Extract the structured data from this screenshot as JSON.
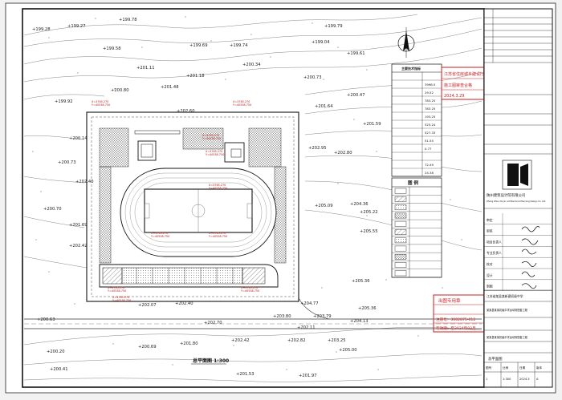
{
  "elevations": [
    {
      "id": "e1",
      "text": "+199.28"
    },
    {
      "id": "e2",
      "text": "+199.27"
    },
    {
      "id": "e3",
      "text": "+199.78"
    },
    {
      "id": "e4",
      "text": "+199.58"
    },
    {
      "id": "e5",
      "text": "+199.69"
    },
    {
      "id": "e6",
      "text": "+199.74"
    },
    {
      "id": "e7",
      "text": "+199.79"
    },
    {
      "id": "e8",
      "text": "+199.04"
    },
    {
      "id": "e9",
      "text": "+199.61"
    },
    {
      "id": "e10",
      "text": "+200.34"
    },
    {
      "id": "e11",
      "text": "+201.11"
    },
    {
      "id": "e12",
      "text": "+201.18"
    },
    {
      "id": "e13",
      "text": "+200.73"
    },
    {
      "id": "e14",
      "text": "+200.80"
    },
    {
      "id": "e15",
      "text": "+201.48"
    },
    {
      "id": "e16",
      "text": "+200.47"
    },
    {
      "id": "e17",
      "text": "+199.92"
    },
    {
      "id": "e18",
      "text": "+202.60"
    },
    {
      "id": "e19",
      "text": "+201.64"
    },
    {
      "id": "e20",
      "text": "+201.59"
    },
    {
      "id": "e21",
      "text": "+200.14"
    },
    {
      "id": "e22",
      "text": "+200.73"
    },
    {
      "id": "e23",
      "text": "+202.95"
    },
    {
      "id": "e24",
      "text": "+202.80"
    },
    {
      "id": "e25",
      "text": "+202.40"
    },
    {
      "id": "e26",
      "text": "+200.70"
    },
    {
      "id": "e27",
      "text": "+201.69"
    },
    {
      "id": "e28",
      "text": "+202.42"
    },
    {
      "id": "e29",
      "text": "+205.09"
    },
    {
      "id": "e30",
      "text": "+204.36"
    },
    {
      "id": "e31",
      "text": "+205.22"
    },
    {
      "id": "e32",
      "text": "+205.55"
    },
    {
      "id": "e33",
      "text": "+205.36"
    },
    {
      "id": "e34",
      "text": "+202.07"
    },
    {
      "id": "e35",
      "text": "+202.40"
    },
    {
      "id": "e36",
      "text": "+204.77"
    },
    {
      "id": "e37",
      "text": "+203.80"
    },
    {
      "id": "e38",
      "text": "+203.79"
    },
    {
      "id": "e39",
      "text": "+204.13"
    },
    {
      "id": "e40",
      "text": "+205.36"
    },
    {
      "id": "e41",
      "text": "+200.63"
    },
    {
      "id": "e42",
      "text": "+202.70"
    },
    {
      "id": "e43",
      "text": "+202.11"
    },
    {
      "id": "e44",
      "text": "+200.20"
    },
    {
      "id": "e45",
      "text": "+200.69"
    },
    {
      "id": "e46",
      "text": "+201.80"
    },
    {
      "id": "e47",
      "text": "+202.42"
    },
    {
      "id": "e48",
      "text": "+202.82"
    },
    {
      "id": "e49",
      "text": "+203.25"
    },
    {
      "id": "e50",
      "text": "+200.41"
    },
    {
      "id": "e51",
      "text": "+201.53"
    },
    {
      "id": "e52",
      "text": "+201.97"
    },
    {
      "id": "e53",
      "text": "+205.00"
    }
  ],
  "scale_label": "总平面图 1:300",
  "metrics_table": {
    "title": "主要技术指标",
    "rows": [
      {
        "label": "",
        "value": ""
      },
      {
        "label": "",
        "value": "3998.5"
      },
      {
        "label": "",
        "value": "29.52"
      },
      {
        "label": "",
        "value": "783.25"
      },
      {
        "label": "",
        "value": "783.25"
      },
      {
        "label": "",
        "value": "193.25"
      },
      {
        "label": "",
        "value": "525.24"
      },
      {
        "label": "",
        "value": "527.33"
      },
      {
        "label": "",
        "value": "51.55"
      },
      {
        "label": "",
        "value": "0.77"
      },
      {
        "label": "",
        "value": ""
      },
      {
        "label": "",
        "value": "72.49"
      },
      {
        "label": "",
        "value": "24.38"
      }
    ]
  },
  "legend": {
    "title": "图 例",
    "items": [
      {
        "label": ""
      },
      {
        "label": ""
      },
      {
        "label": ""
      },
      {
        "label": ""
      },
      {
        "label": ""
      },
      {
        "label": ""
      },
      {
        "label": ""
      },
      {
        "label": ""
      },
      {
        "label": ""
      },
      {
        "label": ""
      },
      {
        "label": ""
      }
    ]
  },
  "stamps": {
    "top_line1": "江苏省住房城乡建设厅",
    "top_line2": "施工图审查合格",
    "top_line3": "2024.3.29",
    "bottom_line1": "出图专用章",
    "bottom_line2": "",
    "bottom_reg": "注册号：3002875-012",
    "bottom_valid": "有效期：至2024年03月"
  },
  "title_block": {
    "company_cn": "陕州建筑设计院有限公司",
    "company_en": "Zhang Zhou Da Jiu Architectural Planning Design Co. Ltd.",
    "drawing_title": "总平面图",
    "project_name": "江苏省某县某新建初级中学",
    "sub1": "某某县某某初级中学运动场配套工程",
    "sub2": "某某县某某初级中学运动场配套工程",
    "rows_left": [
      "审定",
      "审核",
      "项目负责人",
      "专业负责人",
      "校对",
      "设计",
      "制图"
    ],
    "footer": [
      {
        "k": "图号",
        "v": "1"
      },
      {
        "k": "比例",
        "v": "1:300"
      },
      {
        "k": "日期",
        "v": "2024.3"
      },
      {
        "k": "版本",
        "v": "A"
      }
    ]
  }
}
